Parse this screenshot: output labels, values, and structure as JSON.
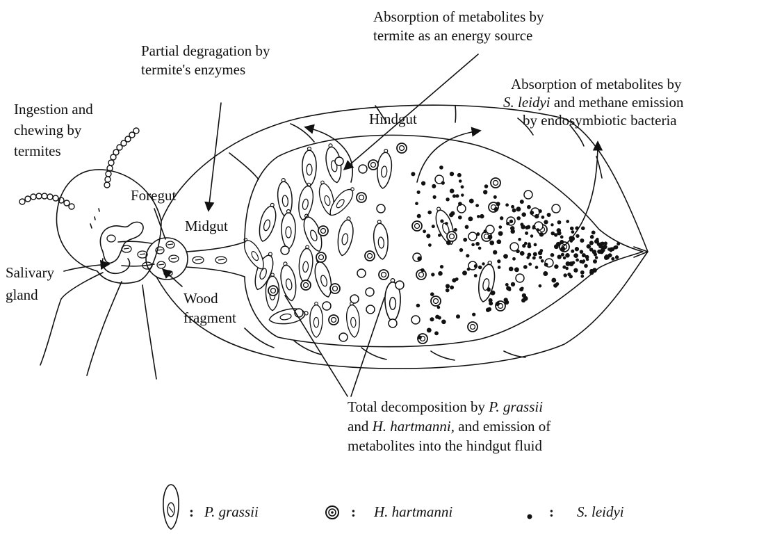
{
  "labels": {
    "absorption_termite_l1": "Absorption of metabolites by",
    "absorption_termite_l2": "termite as an energy source",
    "partial_l1": "Partial degragation by",
    "partial_l2": "termite's enzymes",
    "absorption_leidyi_l1": "Absorption of metabolites by",
    "absorption_leidyi_l2a": "S. leidyi",
    "absorption_leidyi_l2b": " and methane emission",
    "absorption_leidyi_l3": "by endosymbiotic bacteria",
    "ingestion_l1": "Ingestion and",
    "ingestion_l2": "chewing by",
    "ingestion_l3": "termites",
    "hindgut": "Hindgut",
    "foregut": "Foregut",
    "midgut": "Midgut",
    "salivary_l1": "Salivary",
    "salivary_l2": "gland",
    "wood_l1": "Wood",
    "wood_l2": "fragment",
    "total_l1a": "Total decomposition by ",
    "total_l1b": "P. grassii",
    "total_l2a": "and ",
    "total_l2b": "H. hartmanni,",
    "total_l2c": " and emission of",
    "total_l3": "metabolites into the hindgut fluid"
  },
  "legend": {
    "separator": ":",
    "items": [
      {
        "symbol": "p-grassii-symbol",
        "label": "P. grassii"
      },
      {
        "symbol": "h-hartmanni-symbol",
        "label": "H. hartmanni"
      },
      {
        "symbol": "s-leidyi-symbol",
        "label": "S. leidyi"
      }
    ]
  }
}
